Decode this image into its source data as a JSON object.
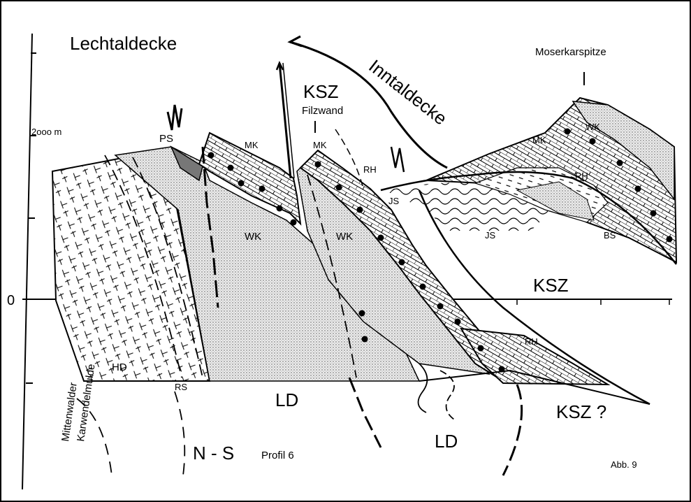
{
  "figure": {
    "label": "Abb. 9",
    "profile": "Profil  6",
    "direction": "N - S",
    "zero_label": "0",
    "elevation_label": "2ooo m"
  },
  "labels": {
    "lechtaldecke": "Lechtaldecke",
    "inntaldecke": "Inntaldecke",
    "moserkarspitze": "Moserkarspitze",
    "ksz_top": "KSZ",
    "filzwand": "Filzwand",
    "ksz_right": "KSZ",
    "ksz_question": "KSZ ?",
    "ps": "PS",
    "mk_1": "MK",
    "mk_2": "MK",
    "mk_3": "MK",
    "rh_1": "RH",
    "rh_2": "RH",
    "rh_3": "RH",
    "js_1": "JS",
    "js_2": "JS",
    "wk_1": "WK",
    "wk_2": "WK",
    "wk_3": "WK",
    "bs": "BS",
    "hd": "HD",
    "rs": "RS",
    "ld_1": "LD",
    "ld_2": "LD",
    "mittenwalder_line1": "Mittenwalder",
    "mittenwalder_line2": "Karwendelmulde"
  },
  "colors": {
    "ink": "#000000",
    "paper": "#ffffff",
    "stipple": "#d8d8d8"
  }
}
